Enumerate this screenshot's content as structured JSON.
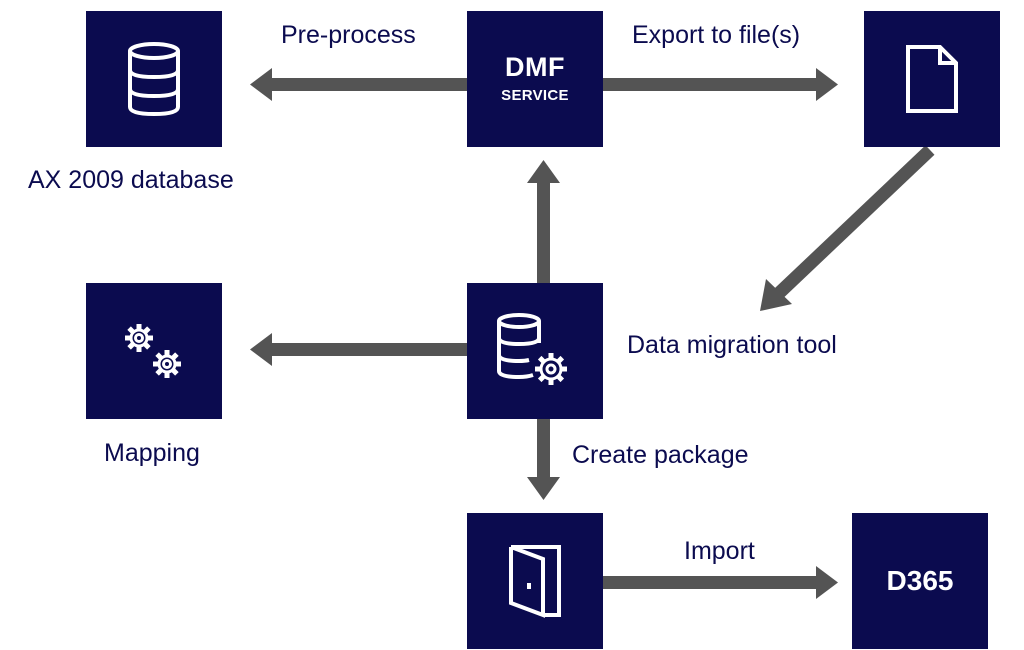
{
  "colors": {
    "node_fill": "#0b0b4f",
    "arrow": "#545454",
    "text": "#0b0b4f"
  },
  "nodes": {
    "ax_database": {
      "icon": "database-icon"
    },
    "dmf": {
      "title": "DMF",
      "subtitle": "SERVICE"
    },
    "file": {
      "icon": "file-icon"
    },
    "mapping": {
      "icon": "gears-icon"
    },
    "data_tool": {
      "icon": "database-gear-icon"
    },
    "package": {
      "icon": "folder-icon"
    },
    "d365": {
      "title": "D365"
    }
  },
  "labels": {
    "pre_process": "Pre-process",
    "export": "Export to file(s)",
    "ax_database": "AX 2009 database",
    "data_migration_tool": "Data migration tool",
    "mapping": "Mapping",
    "create_package": "Create package",
    "import": "Import"
  }
}
